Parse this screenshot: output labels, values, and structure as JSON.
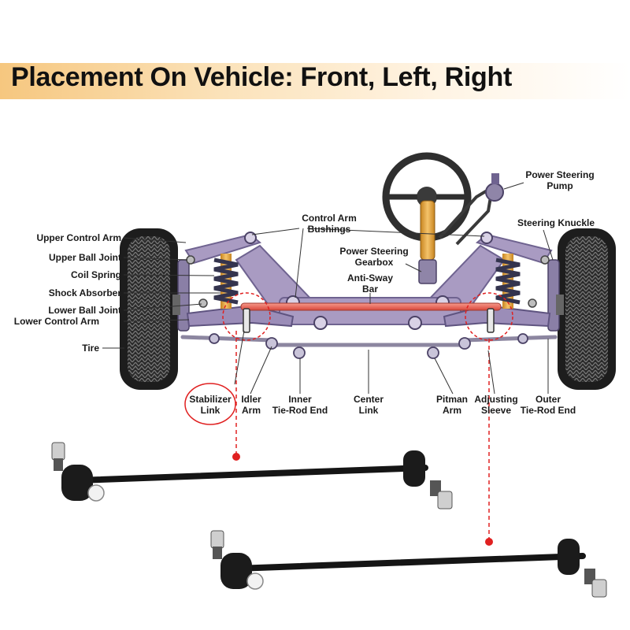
{
  "title": "Placement On Vehicle: Front, Left, Right",
  "colors": {
    "title_band": "#f6c77f",
    "frame": "#a99bc2",
    "frame_dark": "#6f6390",
    "spring": "#3b3b55",
    "shock": "#e8a33a",
    "anti_sway_bar": "#ef6a5a",
    "callout_red": "#e02020",
    "tire": "#222222",
    "link_black": "#151515"
  },
  "labels_left": [
    {
      "line1": "Upper Control Arm"
    },
    {
      "line1": "Upper Ball Joint"
    },
    {
      "line1": "Coil Spring"
    },
    {
      "line1": "Shock Absorber"
    },
    {
      "line1": "Lower Ball Joint"
    },
    {
      "line1": "Lower Control Arm"
    },
    {
      "line1": "Tire"
    }
  ],
  "labels_top": {
    "control_arm_bushings": {
      "line1": "Control Arm",
      "line2": "Bushings"
    },
    "power_steering_pump": {
      "line1": "Power Steering",
      "line2": "Pump"
    },
    "steering_knuckle": {
      "line1": "Steering Knuckle"
    },
    "power_steering_gearbox": {
      "line1": "Power Steering",
      "line2": "Gearbox"
    },
    "anti_sway_bar": {
      "line1": "Anti-Sway",
      "line2": "Bar"
    }
  },
  "labels_bottom": [
    {
      "line1": "Stabilizer",
      "line2": "Link"
    },
    {
      "line1": "Idler",
      "line2": "Arm"
    },
    {
      "line1": "Inner",
      "line2": "Tie-Rod End"
    },
    {
      "line1": "Center",
      "line2": "Link"
    },
    {
      "line1": "Pitman",
      "line2": "Arm"
    },
    {
      "line1": "Adjusting",
      "line2": "Sleeve"
    },
    {
      "line1": "Outer",
      "line2": "Tie-Rod End"
    }
  ]
}
